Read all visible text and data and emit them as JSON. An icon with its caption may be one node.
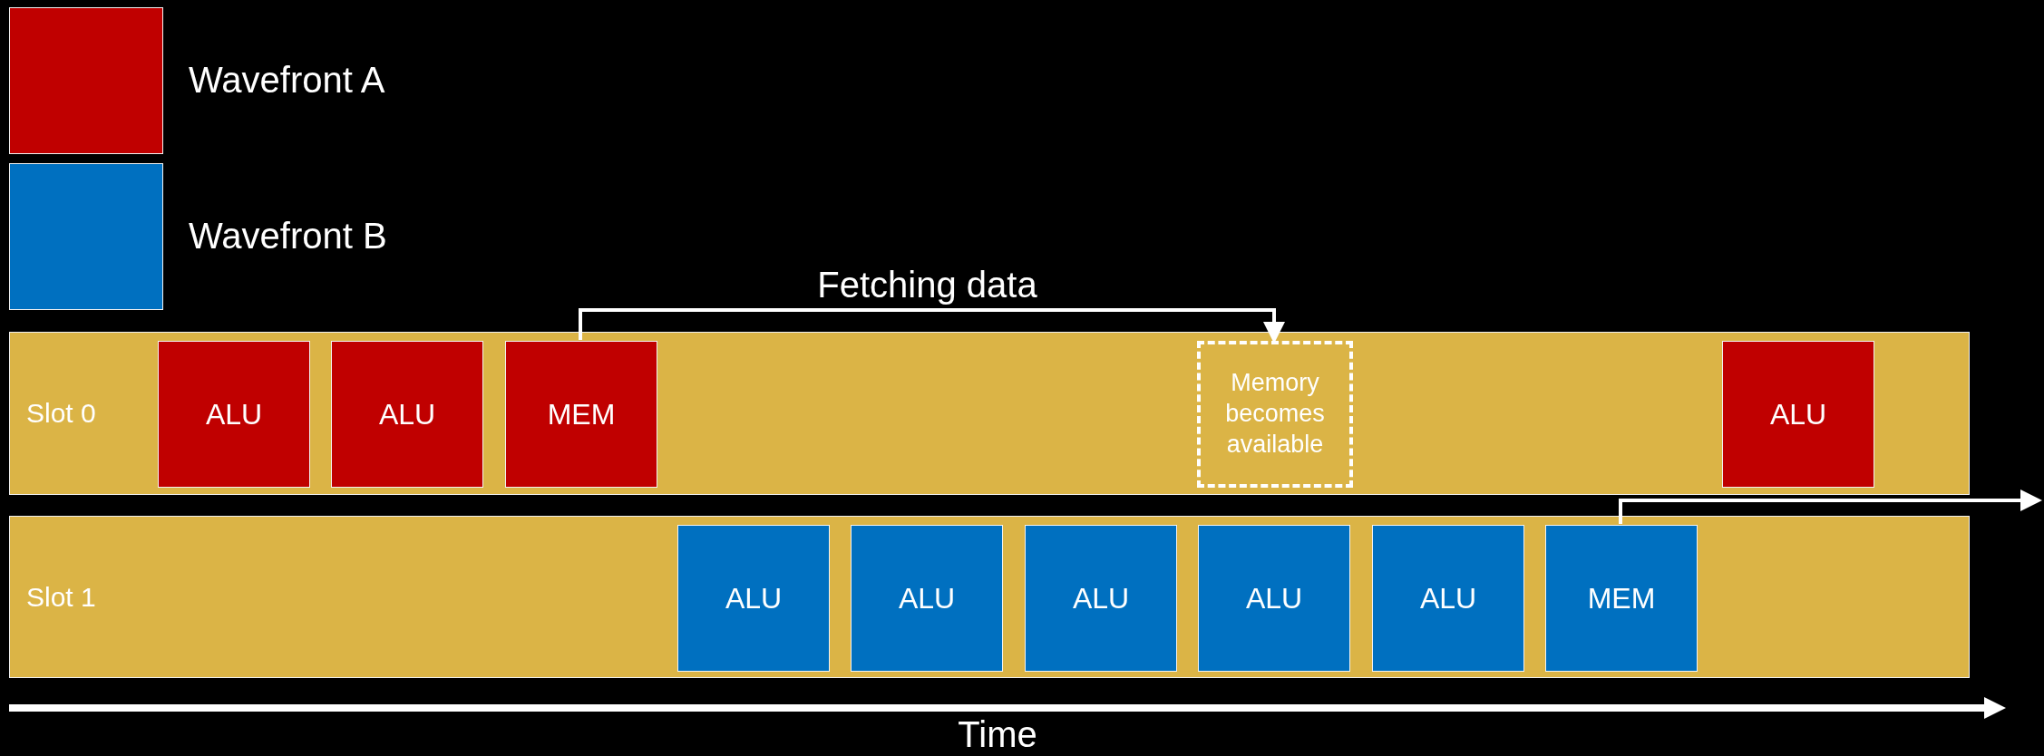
{
  "diagram": {
    "nodes": [
      {
        "text": [
          "Slot 0"
        ]
      },
      {
        "text": [
          "ALU"
        ],
        "in": 0
      },
      {
        "text": [
          "ALU"
        ],
        "in": 0
      },
      {
        "text": [
          "MEM"
        ],
        "in": 0
      },
      {
        "text": [
          "Memory becomes available"
        ],
        "in": 0
      },
      {
        "text": [
          "ALU"
        ],
        "in": 0
      },
      {
        "text": [
          "Slot 1"
        ]
      },
      {
        "text": [
          "ALU"
        ],
        "in": 6
      },
      {
        "text": [
          "ALU"
        ],
        "in": 6
      },
      {
        "text": [
          "ALU"
        ],
        "in": 6
      },
      {
        "text": [
          "ALU"
        ],
        "in": 6
      },
      {
        "text": [
          "ALU"
        ],
        "in": 6
      },
      {
        "text": [
          "MEM"
        ],
        "in": 6
      }
    ],
    "edges": [
      {
        "from": 3,
        "to": 4,
        "arrow": "to",
        "label": "Fetching data"
      },
      {
        "from": 12,
        "to": null,
        "arrow": "to"
      }
    ],
    "labels": [
      "Time"
    ],
    "legend": [
      {
        "text": "Wavefront A",
        "color": "#c00000"
      },
      {
        "text": "Wavefront B",
        "color": "#0070c0"
      }
    ]
  }
}
